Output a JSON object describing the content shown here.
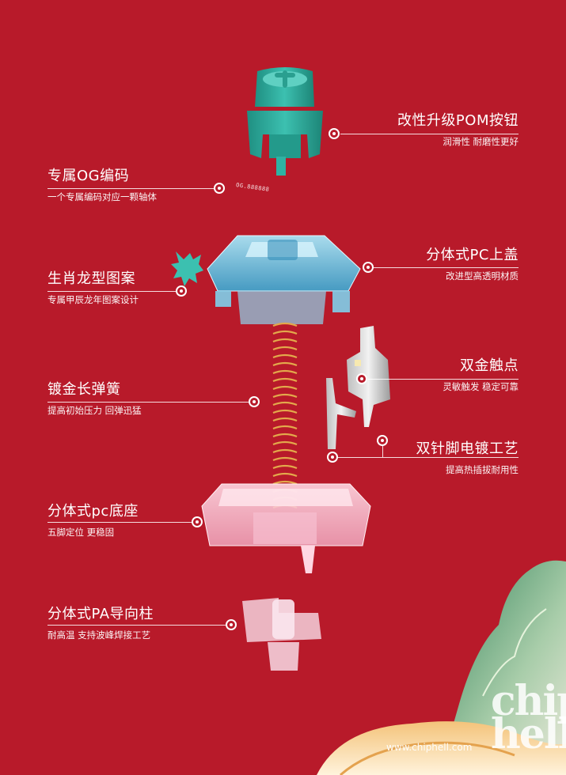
{
  "components": [
    {
      "id": "stem",
      "title": "改性升级POM按钮",
      "sub": "润滑性  耐磨性更好"
    },
    {
      "id": "og",
      "title": "专属OG编码",
      "sub": "一个专属编码对应一颗轴体"
    },
    {
      "id": "top",
      "title": "分体式PC上盖",
      "sub": "改进型高透明材质"
    },
    {
      "id": "dragon",
      "title": "生肖龙型图案",
      "sub": "专属甲辰龙年图案设计"
    },
    {
      "id": "contact",
      "title": "双金触点",
      "sub": "灵敏触发  稳定可靠"
    },
    {
      "id": "spring",
      "title": "镀金长弹簧",
      "sub": "提高初始压力  回弹迅猛"
    },
    {
      "id": "pins",
      "title": "双针脚电镀工艺",
      "sub": "提高热插拔耐用性"
    },
    {
      "id": "bottom",
      "title": "分体式pc底座",
      "sub": "五脚定位  更稳固"
    },
    {
      "id": "pa",
      "title": "分体式PA导向柱",
      "sub": "耐高温  支持波峰焊接工艺"
    }
  ],
  "og_code": "OG.888888",
  "watermark": {
    "url": "www.chiphell.com",
    "logo_line1": "chip",
    "logo_line2": "hell"
  },
  "colors": {
    "background": "#b81a2a",
    "stem": "#2aa99a",
    "accent": "#ffffff"
  }
}
